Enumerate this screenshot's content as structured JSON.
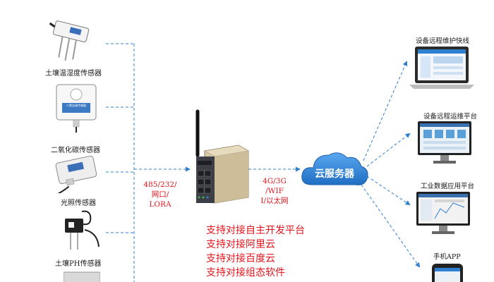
{
  "sensors": [
    {
      "label": "土壤温湿度传感器"
    },
    {
      "label": "二氧化碳传感器"
    },
    {
      "label": "光照传感器"
    },
    {
      "label": "土壤PH传感器"
    }
  ],
  "co2_face_text": "二氧化碳传感器",
  "link_left": [
    "485/232/",
    "网口/",
    "LORA"
  ],
  "link_right": [
    "4G/3G",
    "/WIF",
    "I/以太网"
  ],
  "cloud": "云服务器",
  "devices": [
    {
      "label": "设备远程维护快线"
    },
    {
      "label": "设备远程运维平台"
    },
    {
      "label": "工业数据应用平台"
    },
    {
      "label": "手机APP"
    }
  ],
  "features": [
    "支持对接自主开发平台",
    "支持对接阿里云",
    "支持对接百度云",
    "支持对接组态软件"
  ],
  "colors": {
    "accent_blue": "#2f80d0",
    "red": "#e0151d",
    "cloud": "#2b7fd4"
  }
}
